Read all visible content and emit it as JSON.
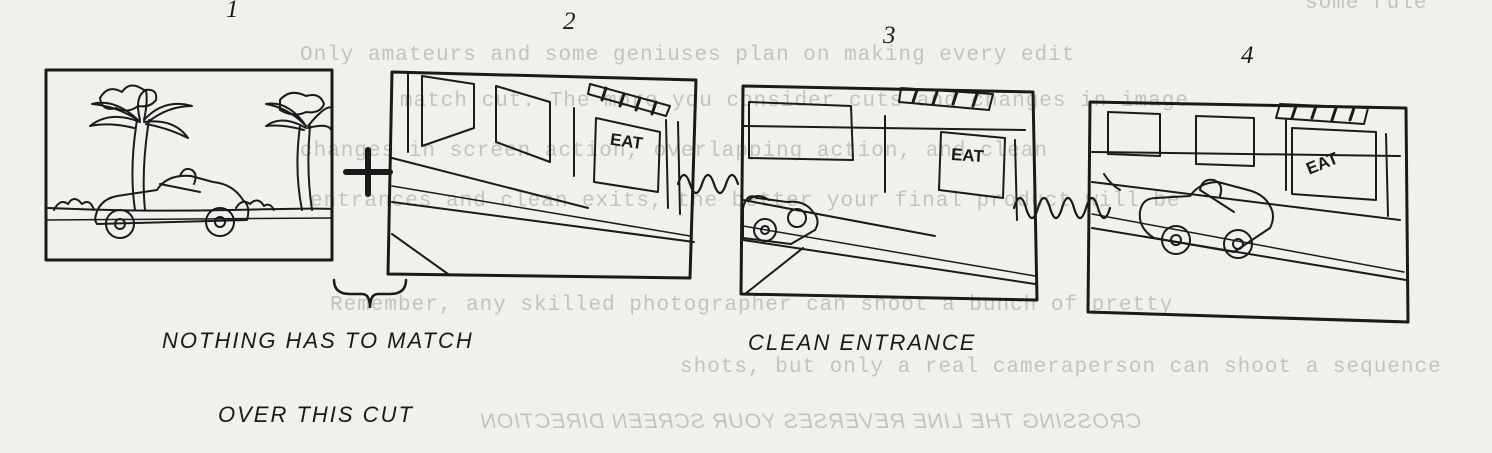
{
  "panels": [
    {
      "number": "1",
      "sign": ""
    },
    {
      "number": "2",
      "sign": "EAT"
    },
    {
      "number": "3",
      "sign": "EAT"
    },
    {
      "number": "4",
      "sign": "EAT"
    }
  ],
  "captions": {
    "cut_line1": "NOTHING HAS TO MATCH",
    "cut_line2": "OVER THIS CUT",
    "entrance": "CLEAN ENTRANCE"
  },
  "bleed_through": {
    "line1": "Only amateurs and some geniuses plan on making every edit",
    "line2": "match cut. The more you consider cuts and changes in image",
    "line3": "changes in screen action, overlapping action, and clean",
    "line4": "entrances and clean exits, the better your final product will be",
    "line5": "Remember, any skilled photographer can shoot a bunch of pretty",
    "line6": "shots, but only a real cameraperson can shoot a sequence",
    "mirrored1": "CROSSING THE LINE REVERSES YOUR SCREEN DIRECTION",
    "corner": "some rule"
  },
  "colors": {
    "paper": "#f1f0ec",
    "ink": "#1a1a1a",
    "ghost": "#9d9d9a"
  }
}
